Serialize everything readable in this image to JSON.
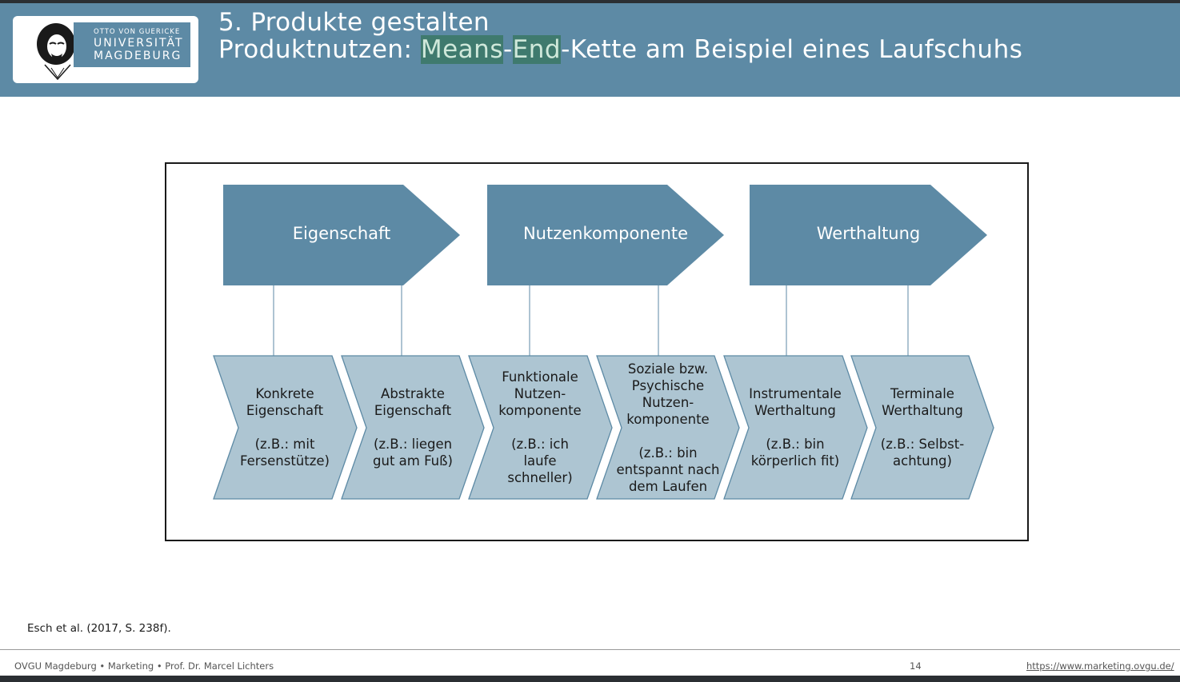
{
  "header": {
    "title_line1": "5. Produkte gestalten",
    "title_prefix": "Produktnutzen: ",
    "title_means": "Means",
    "title_dash1": "-",
    "title_end": "End",
    "title_suffix": "-Kette am Beispiel eines Laufschuhs"
  },
  "logo": {
    "small_text": "OTTO VON GUERICKE",
    "line1": "UNIVERSITÄT",
    "line2": "MAGDEBURG"
  },
  "diagram": {
    "categories": [
      "Eigenschaft",
      "Nutzenkomponente",
      "Werthaltung"
    ],
    "boxes": [
      {
        "lines": [
          "Konkrete",
          "Eigenschaft"
        ],
        "example": [
          "(z.B.: mit",
          "Fersenstütze)"
        ]
      },
      {
        "lines": [
          "Abstrakte",
          "Eigenschaft"
        ],
        "example": [
          "(z.B.: liegen",
          "gut am Fuß)"
        ]
      },
      {
        "lines": [
          "Funktionale",
          "Nutzen-",
          "komponente"
        ],
        "example": [
          "(z.B.: ich",
          "laufe",
          "schneller)"
        ]
      },
      {
        "lines": [
          "Soziale bzw.",
          "Psychische",
          "Nutzen-",
          "komponente"
        ],
        "example": [
          "(z.B.: bin",
          "entspannt nach",
          "dem Laufen"
        ]
      },
      {
        "lines": [
          "Instrumentale",
          "Werthaltung"
        ],
        "example": [
          "(z.B.: bin",
          "körperlich fit)"
        ]
      },
      {
        "lines": [
          "Terminale",
          "Werthaltung"
        ],
        "example": [
          "(z.B.: Selbst-",
          "achtung)"
        ]
      }
    ]
  },
  "citation": "Esch et al. (2017, S. 238f).",
  "footer": {
    "left": "OVGU Magdeburg • Marketing • Prof. Dr. Marcel Lichters",
    "page": "14",
    "link": "https://www.marketing.ovgu.de/"
  },
  "colors": {
    "header_band": "#5d8aa5",
    "category_fill": "#5d8aa5",
    "box_fill": "#adc5d2",
    "box_stroke": "#5d8aa5"
  }
}
